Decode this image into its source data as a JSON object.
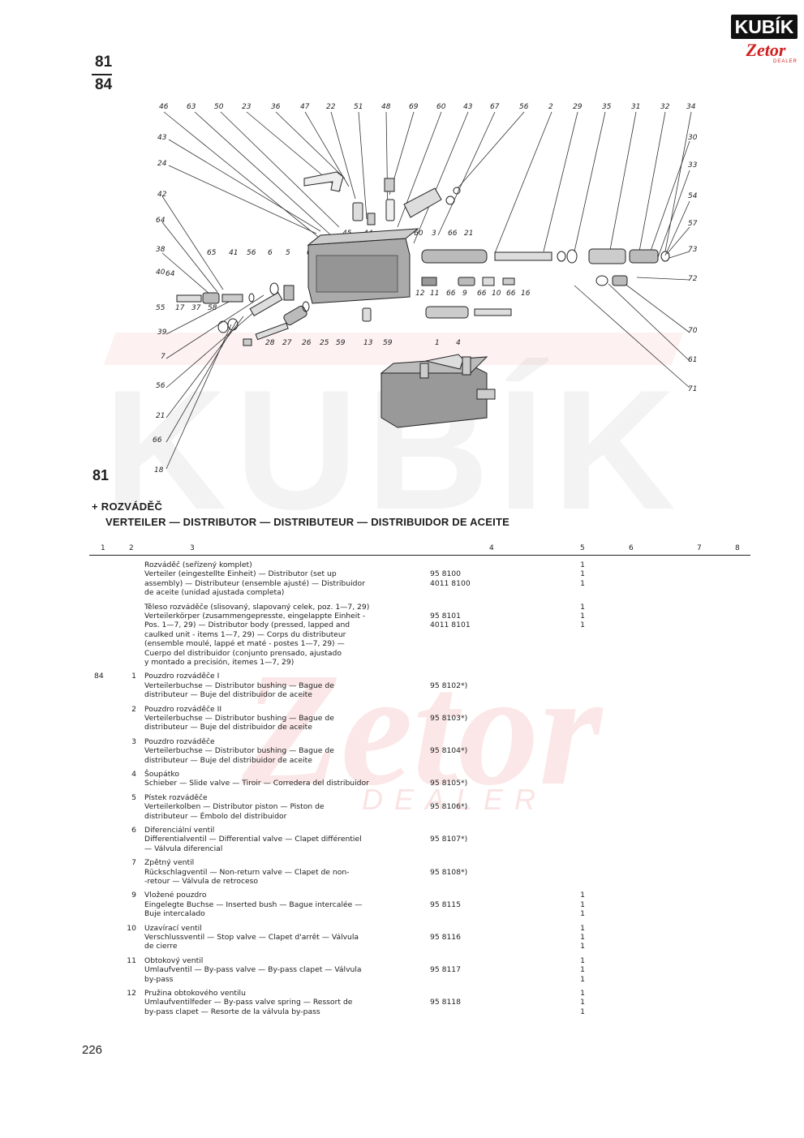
{
  "brand": {
    "top": "KUBÍK",
    "middle": "Zetor",
    "bottom": "DEALER"
  },
  "watermark": {
    "main": "KUBÍK",
    "sub": "Zetor",
    "dealer": "DEALER"
  },
  "ref_top": "81",
  "ref_bottom": "84",
  "diagram_labels": {
    "top_row": [
      "46",
      "63",
      "50",
      "23",
      "36",
      "47",
      "22",
      "51",
      "48",
      "69",
      "60",
      "43",
      "67",
      "56",
      "2",
      "29",
      "35",
      "31",
      "32",
      "34"
    ],
    "left_col": [
      "43",
      "24",
      "42",
      "64",
      "38",
      "40",
      "64",
      "55",
      "17",
      "37",
      "58",
      "39",
      "7",
      "56",
      "21",
      "66",
      "18"
    ],
    "right_col": [
      "30",
      "33",
      "54",
      "57",
      "73",
      "72",
      "70",
      "61",
      "71"
    ],
    "inner": [
      "65",
      "41",
      "56",
      "6",
      "5",
      "68",
      "45",
      "44",
      "60",
      "3",
      "66",
      "21",
      "12",
      "11",
      "66",
      "9",
      "66",
      "10",
      "66",
      "16",
      "28",
      "27",
      "26",
      "25",
      "59",
      "13",
      "59",
      "1",
      "4"
    ]
  },
  "section_number": "81",
  "heading_cz": "+ ROZVÁDĚČ",
  "heading_multi": "VERTEILER — DISTRIBUTOR — DISTRIBUTEUR — DISTRIBUIDOR DE ACEITE",
  "columns": [
    "1",
    "2",
    "3",
    "4",
    "5",
    "6",
    "7",
    "8"
  ],
  "rows": [
    {
      "c1": "",
      "c2": "",
      "lines": [
        "Rozváděč (seřízený komplet)",
        "Verteiler (eingestellte Einheit) — Distributor (set up",
        "assembly) — Distributeur (ensemble ajusté) — Distribuidor",
        "de aceite (unidad ajustada completa)"
      ],
      "partno": [
        "",
        "95 8100",
        "4011 8100"
      ],
      "qty": [
        "1",
        "1",
        "1"
      ]
    },
    {
      "c1": "",
      "c2": "",
      "lines": [
        "Těleso rozváděče (slisovaný, slapovaný celek, poz. 1—7, 29)",
        "Verteilerkörper (zusammengepresste, eingelappte Einheit -",
        "Pos. 1—7, 29) — Distributor body (pressed, lapped and",
        "caulked unit - items 1—7, 29) — Corps du distributeur",
        "(ensemble moulé, lappé et maté - postes 1—7, 29) —",
        "Cuerpo del distribuidor (conjunto prensado, ajustado",
        "y montado a precisión, itemes 1—7, 29)"
      ],
      "partno": [
        "",
        "95 8101",
        "4011 8101"
      ],
      "qty": [
        "1",
        "1",
        "1"
      ]
    },
    {
      "c1": "84",
      "c2": "1",
      "lines": [
        "Pouzdro rozváděče I",
        "Verteilerbuchse — Distributor bushing — Bague de",
        "distributeur — Buje del distribuidor de aceite"
      ],
      "partno": [
        "",
        "95 8102*)"
      ],
      "qty": []
    },
    {
      "c1": "",
      "c2": "2",
      "lines": [
        "Pouzdro rozváděče II",
        "Verteilerbuchse — Distributor bushing — Bague de",
        "distributeur — Buje del distribuidor de aceite"
      ],
      "partno": [
        "",
        "95 8103*)"
      ],
      "qty": []
    },
    {
      "c1": "",
      "c2": "3",
      "lines": [
        "Pouzdro rozváděče",
        "Verteilerbuchse — Distributor bushing — Bague de",
        "distributeur — Buje del distribuidor de aceite"
      ],
      "partno": [
        "",
        "95 8104*)"
      ],
      "qty": []
    },
    {
      "c1": "",
      "c2": "4",
      "lines": [
        "Šoupátko",
        "Schieber — Slide valve — Tiroir — Corredera del distribuidor"
      ],
      "partno": [
        "",
        "95 8105*)"
      ],
      "qty": []
    },
    {
      "c1": "",
      "c2": "5",
      "lines": [
        "Pístek rozváděče",
        "Verteilerkolben — Distributor piston — Piston de",
        "distributeur — Émbolo del distribuidor"
      ],
      "partno": [
        "",
        "95 8106*)"
      ],
      "qty": []
    },
    {
      "c1": "",
      "c2": "6",
      "lines": [
        "Diferenciální ventil",
        "Differentialventil — Differential valve — Clapet différentiel",
        "— Válvula diferencial"
      ],
      "partno": [
        "",
        "95 8107*)"
      ],
      "qty": []
    },
    {
      "c1": "",
      "c2": "7",
      "lines": [
        "Zpětný ventil",
        "Rückschlagventil — Non-return valve — Clapet de non-",
        "-retour — Válvula de retroceso"
      ],
      "partno": [
        "",
        "95 8108*)"
      ],
      "qty": []
    },
    {
      "c1": "",
      "c2": "9",
      "lines": [
        "Vložené pouzdro",
        "Eingelegte Buchse — Inserted bush — Bague intercalée —",
        "Buje intercalado"
      ],
      "partno": [
        "",
        "95 8115"
      ],
      "qty": [
        "1",
        "1",
        "1"
      ]
    },
    {
      "c1": "",
      "c2": "10",
      "lines": [
        "Uzavírací ventil",
        "Verschlussventil — Stop valve — Clapet d'arrêt — Válvula",
        "de cierre"
      ],
      "partno": [
        "",
        "95 8116"
      ],
      "qty": [
        "1",
        "1",
        "1"
      ]
    },
    {
      "c1": "",
      "c2": "11",
      "lines": [
        "Obtokový ventil",
        "Umlaufventil — By-pass valve — By-pass clapet — Válvula",
        "by-pass"
      ],
      "partno": [
        "",
        "95 8117"
      ],
      "qty": [
        "1",
        "1",
        "1"
      ]
    },
    {
      "c1": "",
      "c2": "12",
      "lines": [
        "Pružina obtokového ventilu",
        "Umlaufventilfeder — By-pass valve spring — Ressort de",
        "by-pass clapet — Resorte de la válvula by-pass"
      ],
      "partno": [
        "",
        "95 8118"
      ],
      "qty": [
        "1",
        "1",
        "1"
      ]
    }
  ],
  "page_number": "226"
}
